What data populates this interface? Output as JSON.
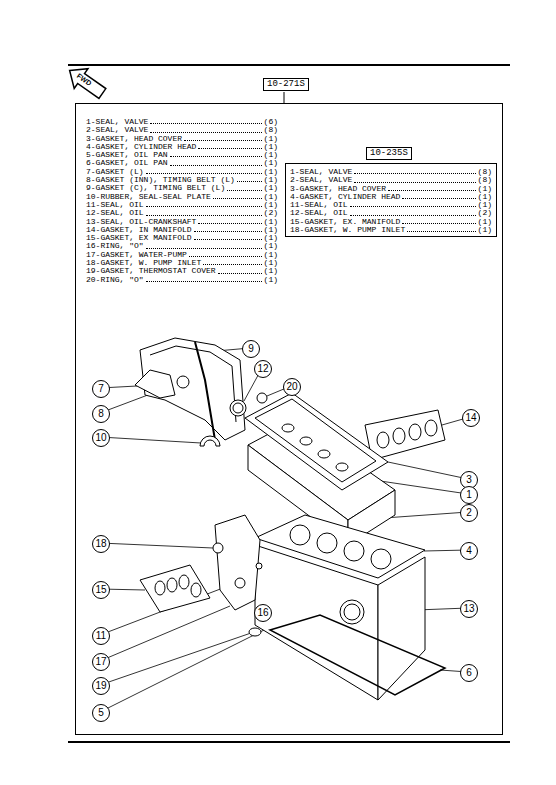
{
  "diagram": {
    "nodes": [
      {
        "text": [
          "10-271S",
          "1-SEAL, VALVE",
          "(6)",
          "2-SEAL, VALVE",
          "(8)",
          "3-GASKET, HEAD COVER",
          "(1)",
          "4-GASKET, CYLINDER HEAD",
          "(1)",
          "5-GASKET, OIL PAN",
          "(1)",
          "6-GASKET, OIL PAN",
          "(1)",
          "7-GASKET (L)",
          "(1)",
          "8-GASKET (INN), TIMING BELT (L)",
          "(1)",
          "9-GASKET (C), TIMING BELT (L)",
          "(1)",
          "10-RUBBER, SEAL-SEAL PLATE",
          "(1)",
          "11-SEAL, OIL",
          "(1)",
          "12-SEAL, OIL",
          "(2)",
          "13-SEAL, OIL-CRANKSHAFT",
          "(1)",
          "14-GASKET, IN MANIFOLD",
          "(1)",
          "15-GASKET, EX MANIFOLD",
          "(1)",
          "16-RING, \"O\"",
          "(1)",
          "17-GASKET, WATER-PUMP",
          "(1)",
          "18-GASKET, W. PUMP INLET",
          "(1)",
          "19-GASKET, THERMOSTAT COVER",
          "(1)",
          "20-RING, \"O\"",
          "(1)"
        ]
      },
      {
        "text": [
          "10-235S",
          "1-SEAL, VALVE",
          "(8)",
          "2-SEAL, VALVE",
          "(8)",
          "3-GASKET, HEAD COVER",
          "(1)",
          "4-GASKET, CYLINDER HEAD",
          "(1)",
          "11-SEAL, OIL",
          "(1)",
          "12-SEAL, OIL",
          "(2)",
          "15-GASKET, EX. MANIFOLD",
          "(1)",
          "18-GASKET, W. PUMP INLET",
          "(1)"
        ],
        "in": 0
      },
      {
        "text": [
          "9"
        ],
        "in": 0
      },
      {
        "text": [
          "12"
        ],
        "in": 0
      },
      {
        "text": [
          "20"
        ],
        "in": 0
      },
      {
        "text": [
          "14"
        ],
        "in": 0
      },
      {
        "text": [
          "7"
        ],
        "in": 0
      },
      {
        "text": [
          "8"
        ],
        "in": 0
      },
      {
        "text": [
          "10"
        ],
        "in": 0
      },
      {
        "text": [
          "3"
        ],
        "in": 0
      },
      {
        "text": [
          "1"
        ],
        "in": 0
      },
      {
        "text": [
          "2"
        ],
        "in": 0
      },
      {
        "text": [
          "4"
        ],
        "in": 0
      },
      {
        "text": [
          "18"
        ],
        "in": 0
      },
      {
        "text": [
          "15"
        ],
        "in": 0
      },
      {
        "text": [
          "13"
        ],
        "in": 0
      },
      {
        "text": [
          "11"
        ],
        "in": 0
      },
      {
        "text": [
          "17"
        ],
        "in": 0
      },
      {
        "text": [
          "16"
        ],
        "in": 0
      },
      {
        "text": [
          "19"
        ],
        "in": 0
      },
      {
        "text": [
          "6"
        ],
        "in": 0
      },
      {
        "text": [
          "5"
        ],
        "in": 0
      }
    ],
    "labels": [
      "FWD"
    ]
  }
}
